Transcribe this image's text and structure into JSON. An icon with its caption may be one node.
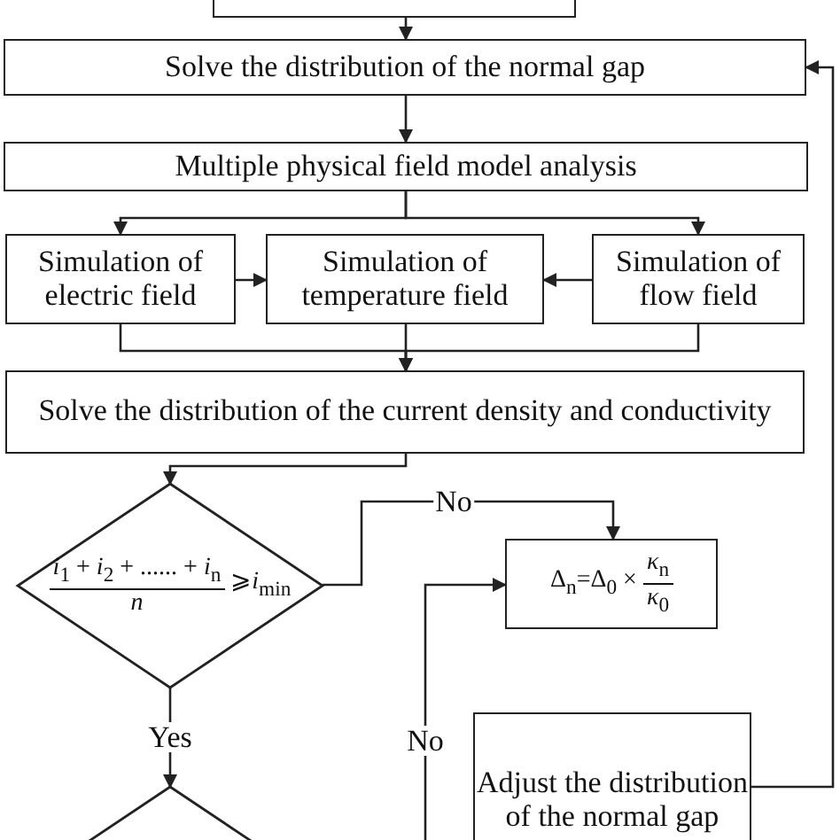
{
  "diagram": {
    "nodes": [
      {
        "text": [],
        "shape": "box"
      },
      {
        "text": [
          "Solve the distribution of the normal gap"
        ]
      },
      {
        "text": [
          "Multiple physical field model analysis"
        ]
      },
      {
        "text": [
          "Simulation of electric field"
        ]
      },
      {
        "text": [
          "Simulation of temperature field"
        ]
      },
      {
        "text": [
          "Simulation of flow field"
        ]
      },
      {
        "text": [
          "Solve the distribution of the current density and conductivity"
        ]
      },
      {
        "text": [
          "*i*$_{1}$ + *i*$_{2}$ + ...... + *i*$_{n}$",
          "*n*",
          "⩾*i*$_{min}$"
        ]
      },
      {
        "text": [
          "Δ$_{n}$=Δ$_{0}$ ×",
          "*κ*$_{n}$",
          "*κ*$_{0}$"
        ]
      },
      {
        "text": [
          "Adjust the distribution of the normal gap"
        ]
      },
      {
        "text": [],
        "shape": "diamond"
      }
    ],
    "edges": [
      {
        "from": 0,
        "to": 1,
        "arrow": "to"
      },
      {
        "from": 1,
        "to": 2,
        "arrow": "to"
      },
      {
        "from": 2,
        "to": 3,
        "arrow": "to"
      },
      {
        "from": 2,
        "to": 5,
        "arrow": "to"
      },
      {
        "from": 3,
        "to": 4,
        "arrow": "to"
      },
      {
        "from": 5,
        "to": 4,
        "arrow": "to"
      },
      {
        "from": 3,
        "to": 6,
        "arrow": "to"
      },
      {
        "from": 4,
        "to": 6,
        "arrow": "to"
      },
      {
        "from": 5,
        "to": 6,
        "arrow": "to"
      },
      {
        "from": 6,
        "to": 7,
        "arrow": "to"
      },
      {
        "from": 7,
        "to": 8,
        "arrow": "to",
        "label": "No"
      },
      {
        "from": 7,
        "to": 10,
        "arrow": "to",
        "label": "Yes"
      },
      {
        "from": null,
        "to": 8,
        "arrow": "to",
        "label": "No"
      },
      {
        "from": 9,
        "to": 1,
        "arrow": "to"
      }
    ]
  }
}
